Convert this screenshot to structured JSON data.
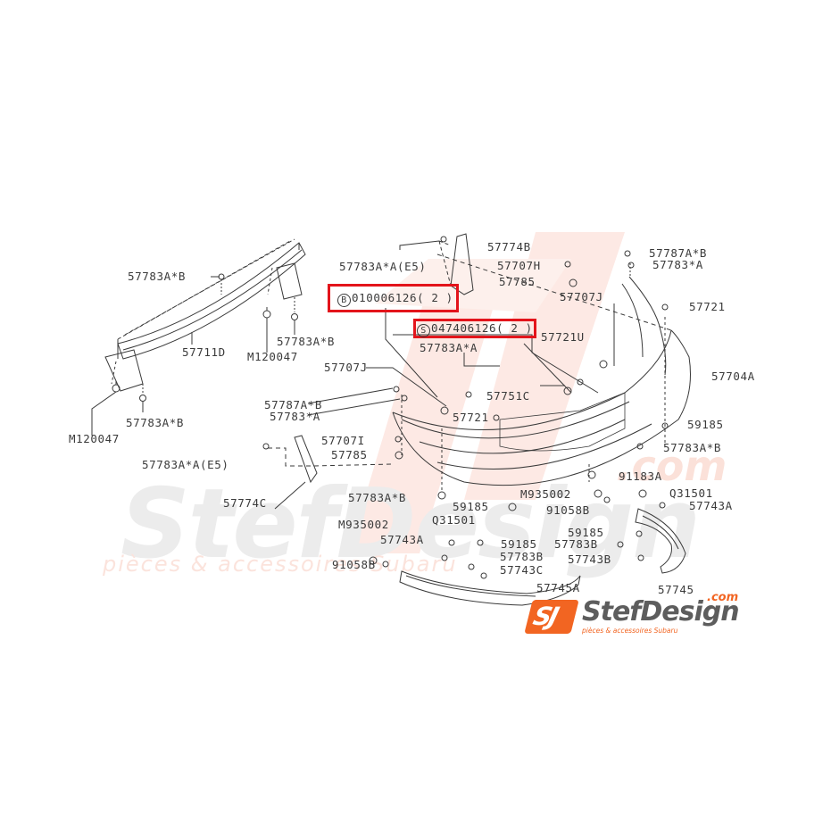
{
  "diagram": {
    "title": "Rear bumper parts diagram",
    "accent_color": "#e3141b",
    "line_color": "#3a3a3a"
  },
  "watermark": {
    "brand": "StefDesign",
    "subtitle": "pièces & accessoires Subaru",
    "domain": ".com"
  },
  "logo": {
    "mark": "SJ",
    "name": "StefDesign",
    "domain": ".com",
    "tagline": "pièces & accessoires Subaru",
    "color": "#f26522"
  },
  "callouts": [
    {
      "symbol": "B",
      "part": "010006126",
      "qty": "( 2 )"
    },
    {
      "symbol": "S",
      "part": "047406126",
      "qty": "( 2 )"
    }
  ],
  "labels": {
    "l01": "57783A*B",
    "l02": "57711D",
    "l03": "M120047",
    "l04": "57783A*B",
    "l05": "57783A*B",
    "l06": "M120047",
    "l07": "57783A*A(E5)",
    "l08": "57774B",
    "l09": "57707H",
    "l10": "57785",
    "l11": "57787A*B",
    "l12": "57783*A",
    "l13": "57707J",
    "l14": "57721",
    "l15": "57721U",
    "l16": "57783A*A",
    "l17": "57751C",
    "l18": "57704A",
    "l19": "57707J",
    "l20": "57787A*B",
    "l21": "57783*A",
    "l22": "57721",
    "l23": "57707I",
    "l24": "57785",
    "l25": "57783A*A(E5)",
    "l26": "57774C",
    "l27": "59185",
    "l28": "57783A*B",
    "l29": "91183A",
    "l30": "57783A*B",
    "l31": "M935002",
    "l32": "59185",
    "l33": "91058B",
    "l34": "Q31501",
    "l35": "57743A",
    "l36": "M935002",
    "l37": "Q31501",
    "l38": "57743A",
    "l39": "59185",
    "l40": "91058B",
    "l41": "57783B",
    "l42": "57743C",
    "l43": "57745A",
    "l44": "59185",
    "l45": "57783B",
    "l46": "57743B",
    "l47": "57745"
  }
}
